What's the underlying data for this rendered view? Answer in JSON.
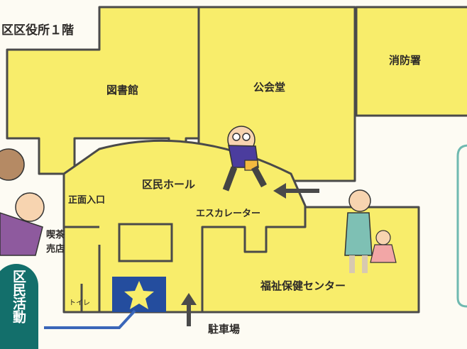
{
  "map": {
    "title": "区区役所１階",
    "rooms": {
      "library": "図書館",
      "public_hall": "公会堂",
      "fire_station": "消防署",
      "citizen_hall": "区民ホール",
      "main_entrance": "正面入口",
      "escalator": "エスカレーター",
      "cafe": "喫茶\n売店",
      "toilet": "トイレ",
      "welfare_center": "福祉保健センター",
      "parking": "駐車場"
    },
    "badge": "区民活動",
    "colors": {
      "floor": "#f8ed6b",
      "wall": "#4a4a4a",
      "highlight": "#244d9e",
      "star": "#f8ed6b",
      "badge": "#136f6b",
      "route": "#3a66b8"
    },
    "icons": {
      "star": "star-icon",
      "arrow_right": "arrow-left-icon",
      "arrow_up": "arrow-up-icon"
    }
  }
}
